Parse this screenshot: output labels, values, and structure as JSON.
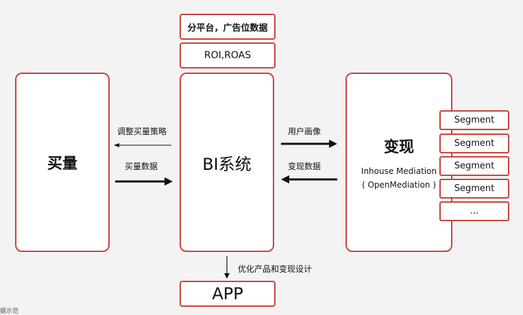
{
  "top_boxes": {
    "platform": "分平台，广告位数据",
    "roi": "ROI,ROAS"
  },
  "buy": {
    "title": "买量"
  },
  "bi": {
    "title": "BI系统"
  },
  "monetize": {
    "title": "变现",
    "subtitle": "Inhouse Mediation",
    "subtitle2": "( OpenMediation )"
  },
  "segments": [
    "Segment",
    "Segment",
    "Segment",
    "Segment",
    "..."
  ],
  "arrows": {
    "adjust_strategy": "调整买量策略",
    "buy_data": "买量数据",
    "user_profile": "用户画像",
    "monetize_data": "变现数据",
    "optimize": "优化产品和变现设计"
  },
  "app": {
    "title": "APP"
  },
  "bottom_cut_text": "据示范"
}
